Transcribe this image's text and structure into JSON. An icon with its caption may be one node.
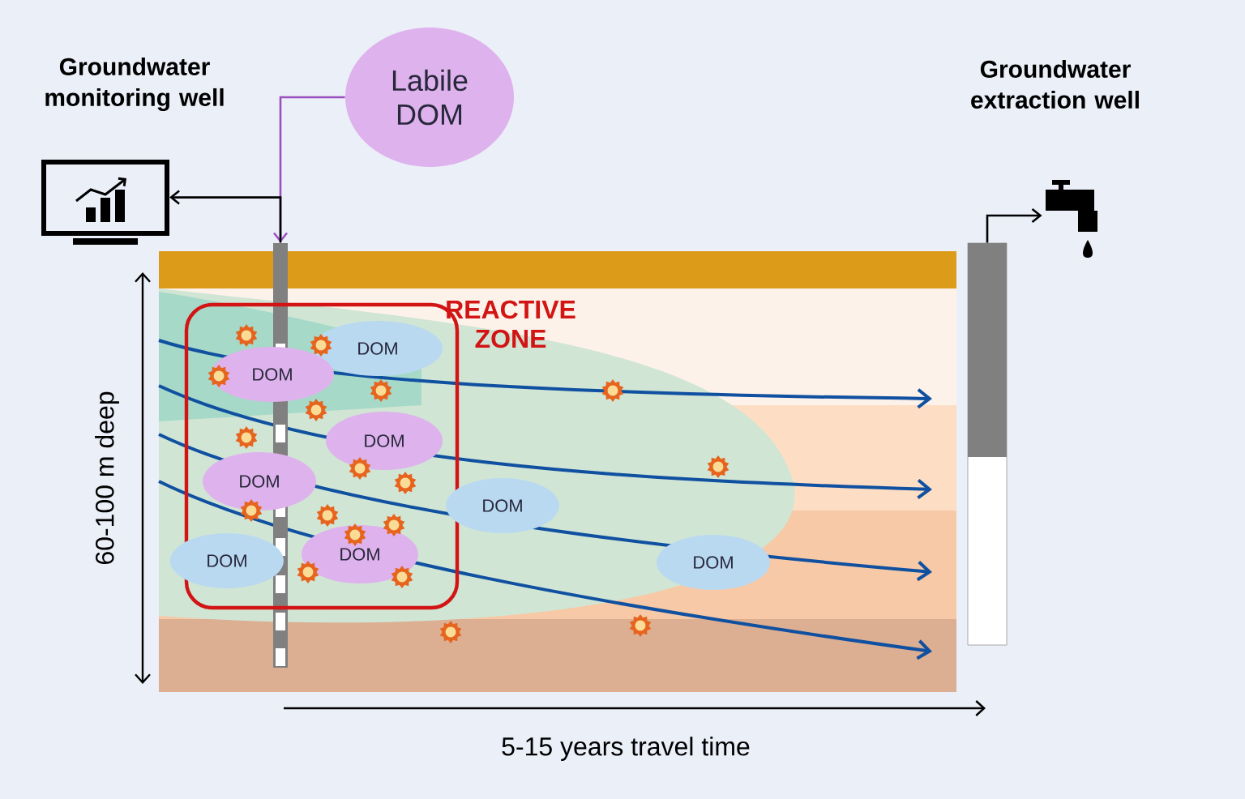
{
  "diagram": {
    "nodes": [
      {
        "text": [],
        "shape": "picture",
        "beside": [
          "Groundwater monitoring well"
        ]
      },
      {
        "text": [
          "Labile DOM"
        ]
      },
      {
        "text": [],
        "shape": "picture",
        "beside": [
          "Groundwater extraction well"
        ]
      },
      {
        "text": [],
        "shape": "bar"
      },
      {
        "text": [
          "REACTIVE ZONE"
        ]
      },
      {
        "text": [
          "DOM"
        ],
        "in": 4
      },
      {
        "text": [
          "DOM"
        ],
        "in": 4
      },
      {
        "text": [
          "DOM"
        ],
        "in": 4
      },
      {
        "text": [
          "DOM"
        ],
        "in": 4
      },
      {
        "text": [
          "DOM"
        ]
      },
      {
        "text": [
          "DOM"
        ],
        "in": 4
      },
      {
        "text": [
          "DOM"
        ]
      },
      {
        "text": [
          "DOM"
        ]
      },
      {
        "text": [],
        "shape": "bar"
      }
    ],
    "edges": [
      {
        "from": 1,
        "to": 3,
        "arrow": "to",
        "color": "#9b4fc0"
      },
      {
        "from": 3,
        "to": 0,
        "arrow": "to"
      },
      {
        "from": 13,
        "to": 2,
        "arrow": "to"
      }
    ],
    "labels": [
      "60-100 m deep",
      "5-15 years travel time"
    ]
  }
}
